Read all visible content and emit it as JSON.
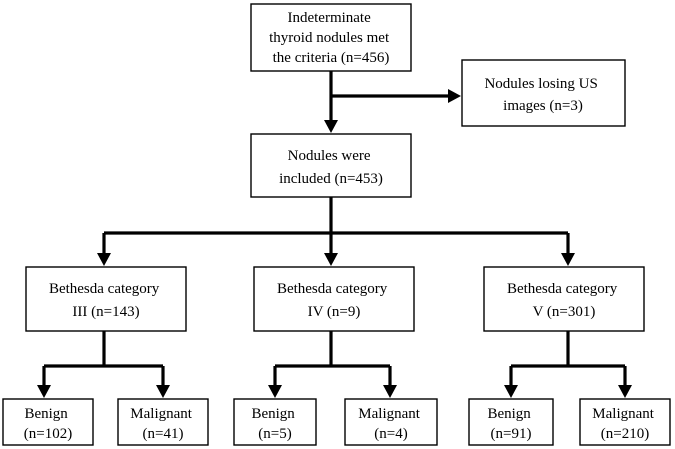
{
  "nodes": {
    "start": {
      "lines": [
        "Indeterminate",
        "thyroid nodules met",
        "the criteria (n=456)"
      ]
    },
    "excluded": {
      "lines": [
        "Nodules losing US",
        "images (n=3)"
      ]
    },
    "included": {
      "lines": [
        "Nodules were",
        "included (n=453)"
      ]
    },
    "cat3": {
      "lines": [
        "Bethesda category",
        "III (n=143)"
      ]
    },
    "cat4": {
      "lines": [
        "Bethesda category",
        "IV (n=9)"
      ]
    },
    "cat5": {
      "lines": [
        "Bethesda category",
        "V (n=301)"
      ]
    },
    "cat3_benign": {
      "lines": [
        "Benign",
        "(n=102)"
      ]
    },
    "cat3_malignant": {
      "lines": [
        "Malignant",
        "(n=41)"
      ]
    },
    "cat4_benign": {
      "lines": [
        "Benign",
        "(n=5)"
      ]
    },
    "cat4_malignant": {
      "lines": [
        "Malignant",
        "(n=4)"
      ]
    },
    "cat5_benign": {
      "lines": [
        "Benign",
        "(n=91)"
      ]
    },
    "cat5_malignant": {
      "lines": [
        "Malignant",
        "(n=210)"
      ]
    }
  }
}
